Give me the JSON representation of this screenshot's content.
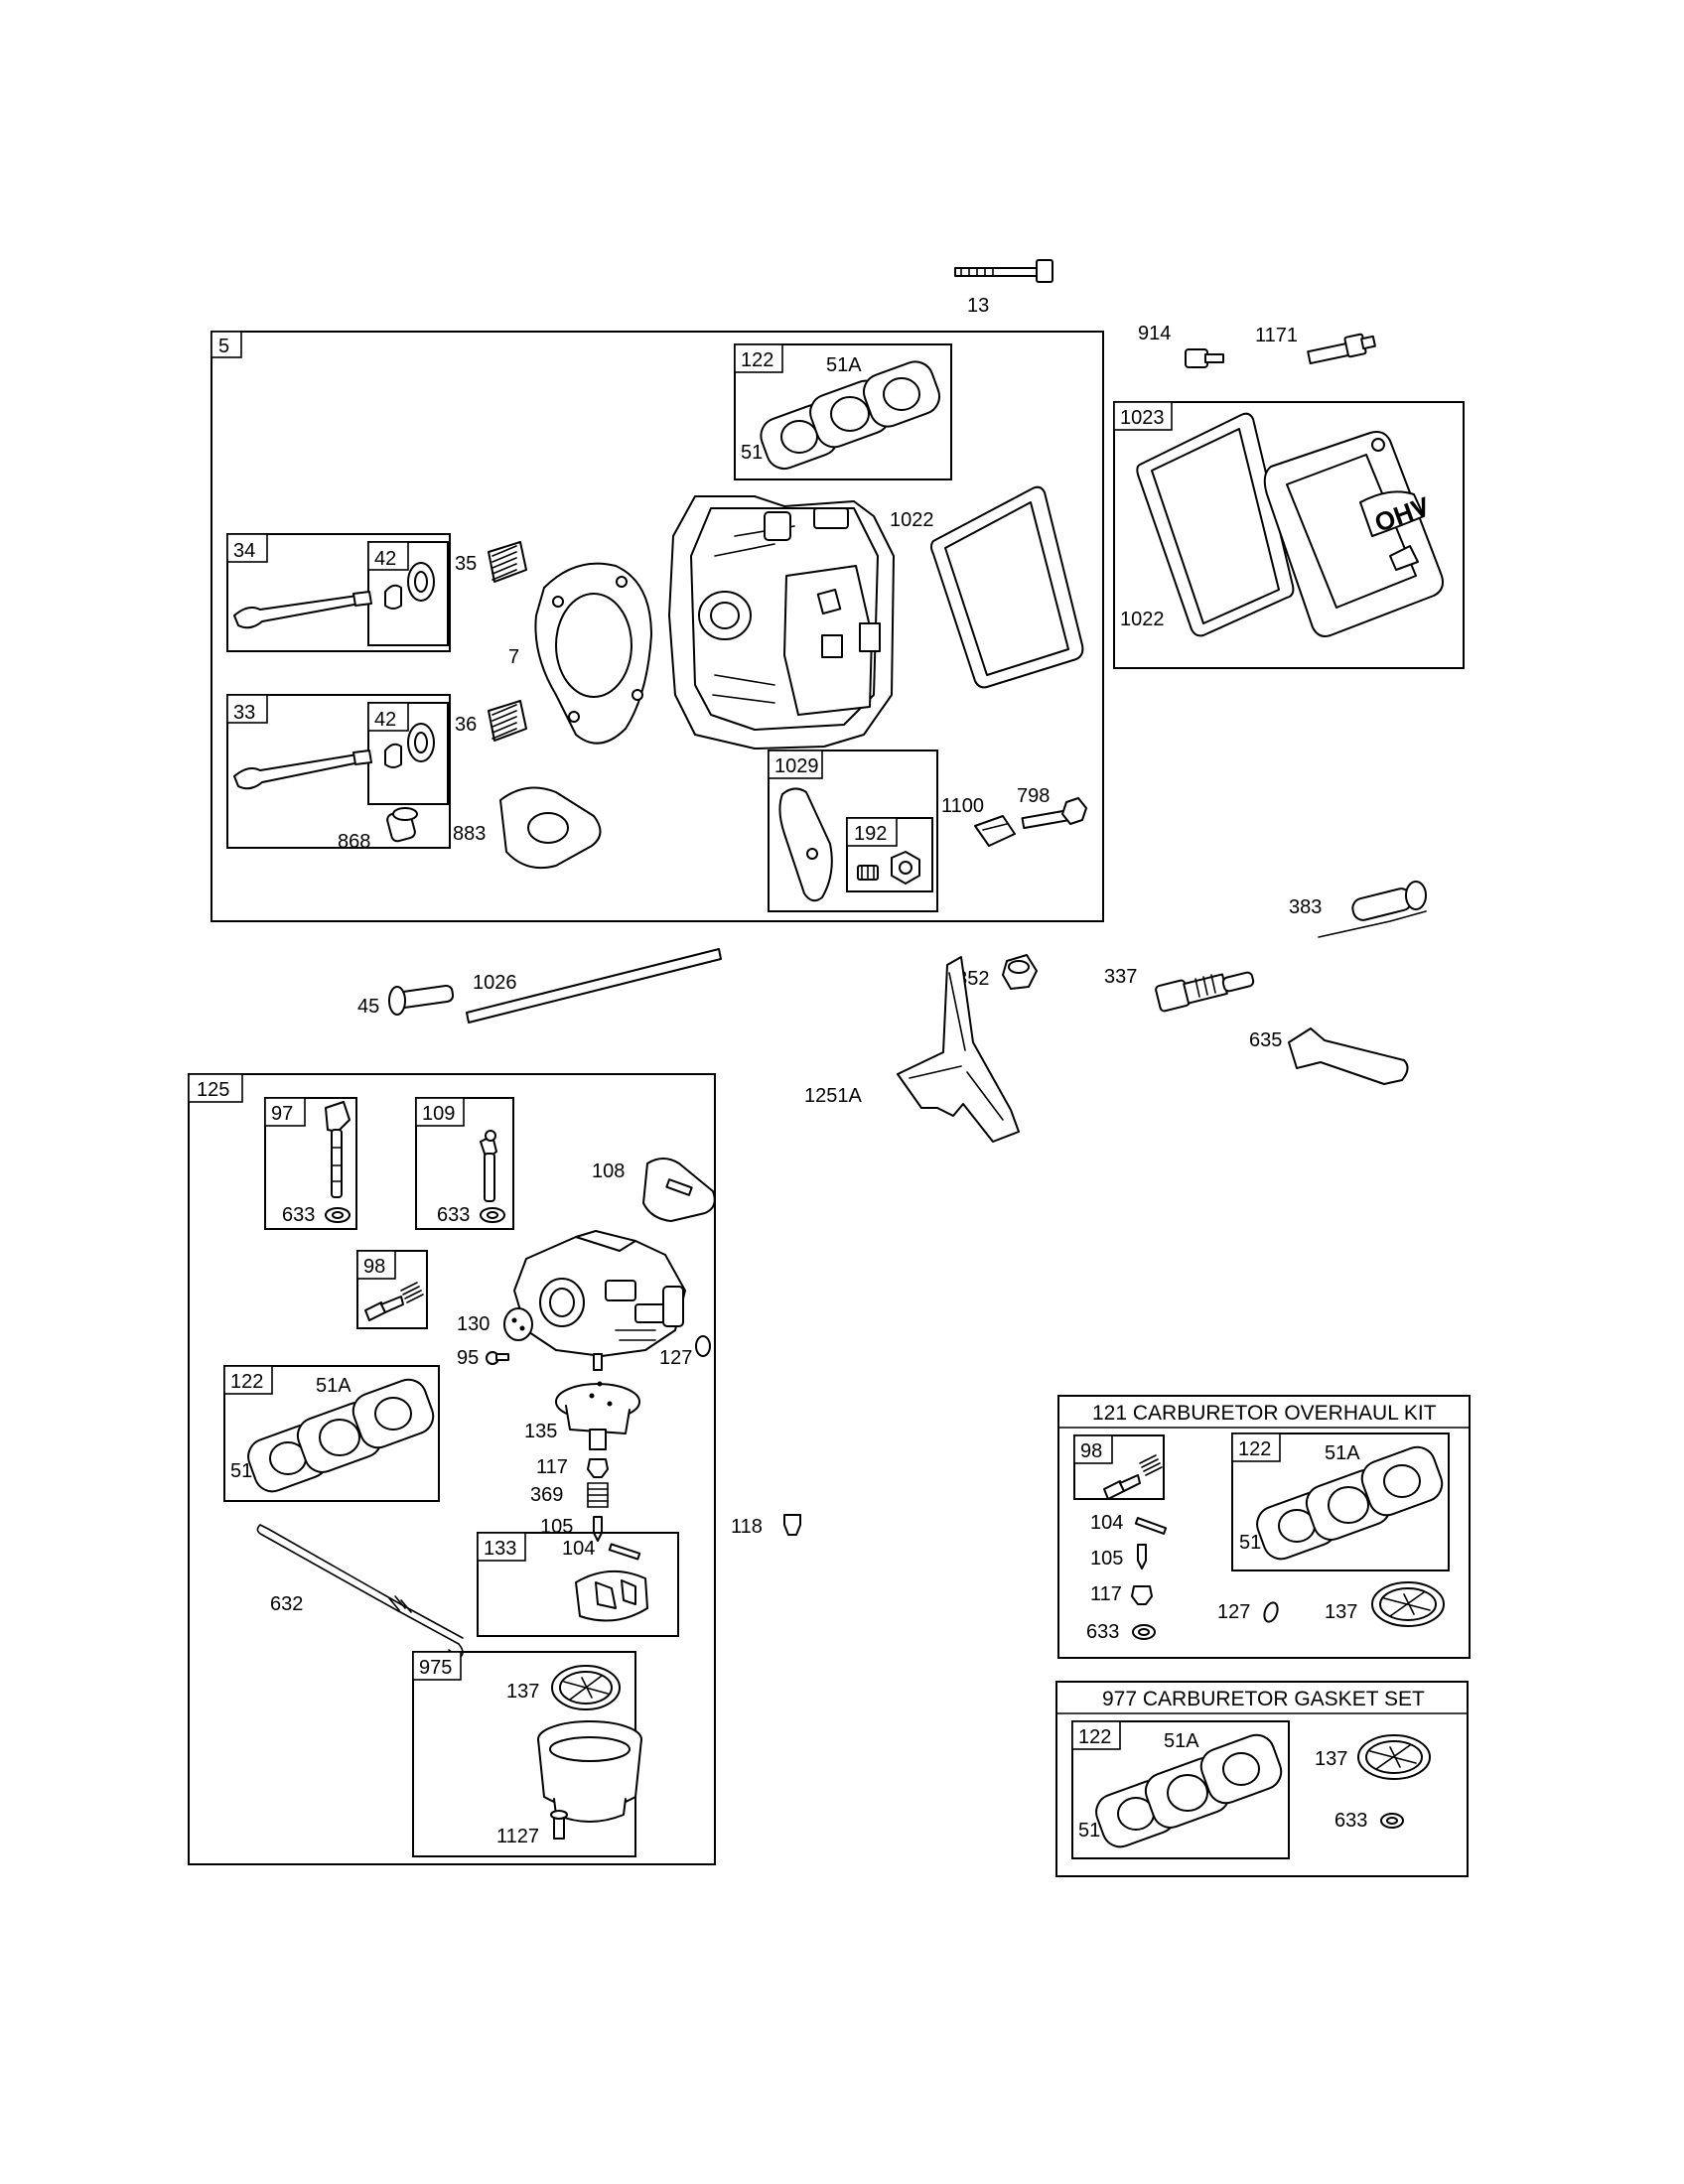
{
  "labels": {
    "l13": "13",
    "l914": "914",
    "l1171": "1171",
    "b5": "5",
    "b122a": "122",
    "l51Aa": "51A",
    "l51a": "51",
    "l1022a": "1022",
    "b34": "34",
    "b42a": "42",
    "l35": "35",
    "l7": "7",
    "b33": "33",
    "b42b": "42",
    "l36": "36",
    "l868": "868",
    "l883": "883",
    "b1029": "1029",
    "b192": "192",
    "l1100": "1100",
    "l798": "798",
    "b1023": "1023",
    "l1022b": "1022",
    "l383": "383",
    "l45": "45",
    "l1026": "1026",
    "l1352": "1352",
    "l337": "337",
    "l635": "635",
    "l1251A": "1251A",
    "b125": "125",
    "b97": "97",
    "l633a": "633",
    "b109": "109",
    "l633b": "633",
    "l108": "108",
    "b98a": "98",
    "l130": "130",
    "l95": "95",
    "l127a": "127",
    "b122b": "122",
    "l51Ab": "51A",
    "l51b": "51",
    "l135": "135",
    "l117a": "117",
    "l369": "369",
    "l105a": "105",
    "l118": "118",
    "l632": "632",
    "b133": "133",
    "l104a": "104",
    "b975": "975",
    "l137a": "137",
    "l1127": "1127",
    "kit121_title": "121 CARBURETOR OVERHAUL KIT",
    "b98b": "98",
    "b122c": "122",
    "l51Ac": "51A",
    "l51c": "51",
    "l104b": "104",
    "l105b": "105",
    "l117b": "117",
    "l633c": "633",
    "l127b": "127",
    "l137b": "137",
    "kit977_title": "977 CARBURETOR GASKET SET",
    "b122d": "122",
    "l51Ad": "51A",
    "l51d": "51",
    "l137c": "137",
    "l633d": "633"
  },
  "logo": {
    "text": "OHV"
  }
}
